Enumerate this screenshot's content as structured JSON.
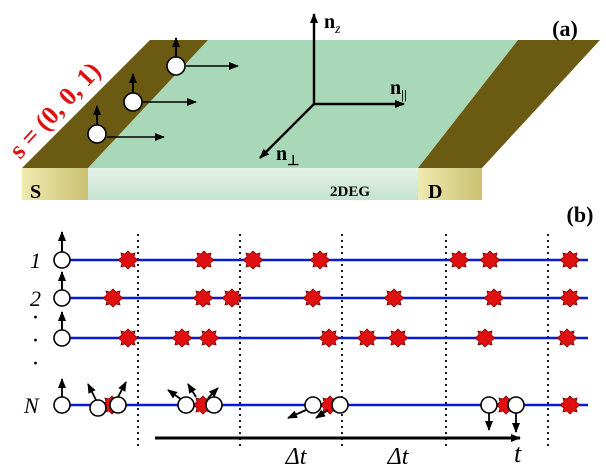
{
  "panel_a": {
    "label": "(a)",
    "spin_vector": "s = (0, 0, 1)",
    "source_label": "S",
    "drain_label": "D",
    "gas_label": "2DEG",
    "axis_z": "n",
    "axis_z_sub": "z",
    "axis_par": "n",
    "axis_par_sub": "||",
    "axis_perp": "n",
    "axis_perp_sub": "⊥"
  },
  "panel_b": {
    "label": "(b)",
    "row_labels": [
      "1",
      "2",
      "·",
      "·",
      "·",
      "N"
    ],
    "interval_1": "Δt",
    "interval_2": "Δt",
    "time_label": "t"
  },
  "colors": {
    "contact_top": "#6b5a12",
    "contact_front": "#e8e2a0",
    "channel_top": "#a8d8b8",
    "channel_front": "#cfe9d8",
    "line": "#0a1ad8",
    "impurity": "#e01010",
    "spin_label": "#e01010"
  }
}
